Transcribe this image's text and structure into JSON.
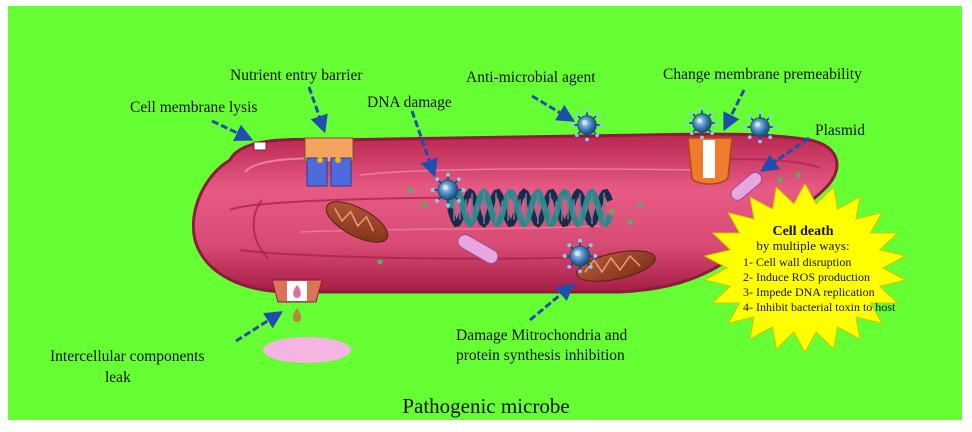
{
  "colors": {
    "background": "#66ff33",
    "cell_body": "#d94a73",
    "cell_outline": "#8c1c3e",
    "arrow": "#1f4fae",
    "starburst": "#ffff00",
    "microbe_agent": "#3d7fb8",
    "leak_drop": "#f4b6e0"
  },
  "labels": {
    "nutrient_entry_barrier": "Nutrient entry barrier",
    "anti_microbial_agent": "Anti-microbial agent",
    "change_membrane_permeability": "Change membrane premeability",
    "cell_membrane_lysis": "Cell membrane lysis",
    "dna_damage": "DNA damage",
    "plasmid": "Plasmid",
    "intercellular_leak_line1": "Intercellular components",
    "intercellular_leak_line2": "leak",
    "mitochondria_line1": "Damage Mitrochondria and",
    "mitochondria_line2": "protein synthesis inhibition"
  },
  "cell_death": {
    "heading": "Cell death",
    "subheading": "by multiple ways:",
    "items": [
      "1- Cell wall disruption",
      "2- Induce ROS production",
      "3- Impede DNA replication",
      "4- Inhibit bacterial toxin to host"
    ]
  },
  "title": "Pathogenic microbe",
  "icons": {
    "agent": "virus-particle-icon",
    "dna": "dna-helix-icon",
    "mitochondria": "mitochondria-icon",
    "plasmid": "plasmid-icon",
    "channel": "membrane-channel-icon"
  }
}
